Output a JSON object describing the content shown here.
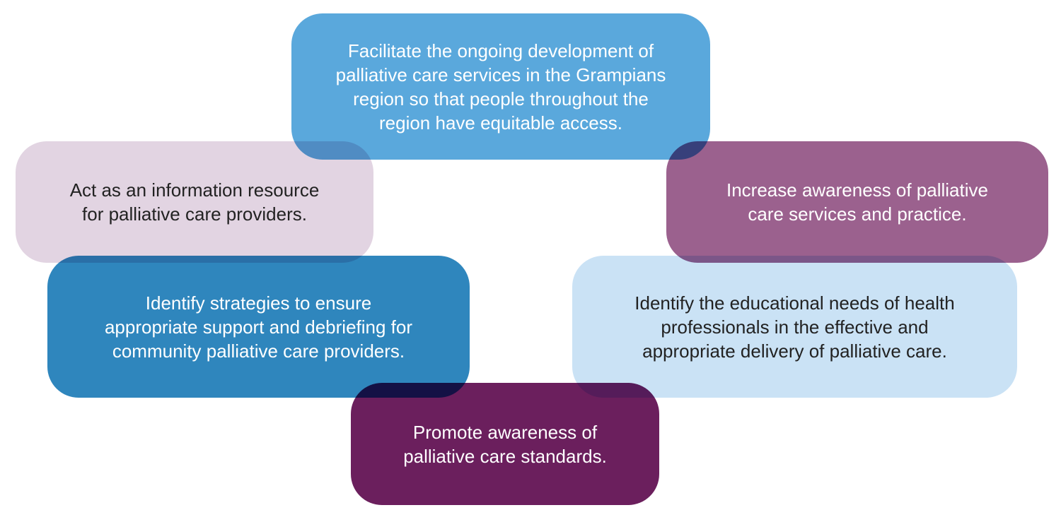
{
  "objectives": [
    {
      "id": "box-top",
      "text": "Facilitate the ongoing development of\npalliative care services in the Grampians\nregion so that people throughout the\nregion have equitable access.",
      "fill": "#5aa8dc",
      "text_color": "#ffffff"
    },
    {
      "id": "box-left-upper",
      "text": "Act as an information resource\nfor palliative care providers.",
      "fill": "#e2d4e2",
      "text_color": "#222222"
    },
    {
      "id": "box-right-upper",
      "text": "Increase awareness of palliative\ncare services and practice.",
      "fill": "#9b618e",
      "text_color": "#ffffff"
    },
    {
      "id": "box-left-lower",
      "text": "Identify strategies to ensure\nappropriate support and debriefing for\ncommunity palliative care providers.",
      "fill": "#2f86bd",
      "text_color": "#ffffff"
    },
    {
      "id": "box-right-lower",
      "text": "Identify the educational needs of health\nprofessionals in the effective and\nappropriate delivery of palliative care.",
      "fill": "#cae2f5",
      "text_color": "#222222"
    },
    {
      "id": "box-bottom",
      "text": "Promote awareness of\npalliative care standards.",
      "fill": "#6b1f5d",
      "text_color": "#ffffff"
    }
  ]
}
